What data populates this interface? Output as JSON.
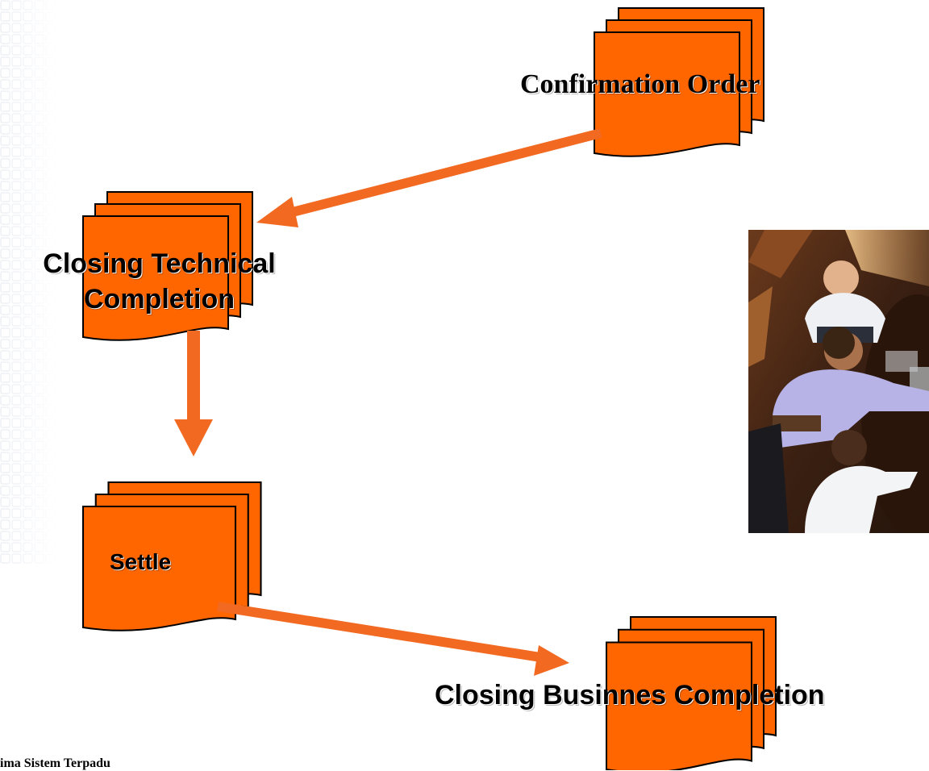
{
  "colors": {
    "document_fill": "#ff6600",
    "arrow": "#f26a21",
    "outline": "#000000",
    "grid": "#e3e7ee"
  },
  "nodes": {
    "confirmation_order": "Confirmation Order",
    "closing_technical_completion": "Closing Technical Completion",
    "settle": "Settle",
    "closing_business_completion": "Closing Businnes Completion"
  },
  "footer_text": "ima Sistem Terpadu",
  "photo": {
    "description_icon": "business-meeting-photo"
  }
}
